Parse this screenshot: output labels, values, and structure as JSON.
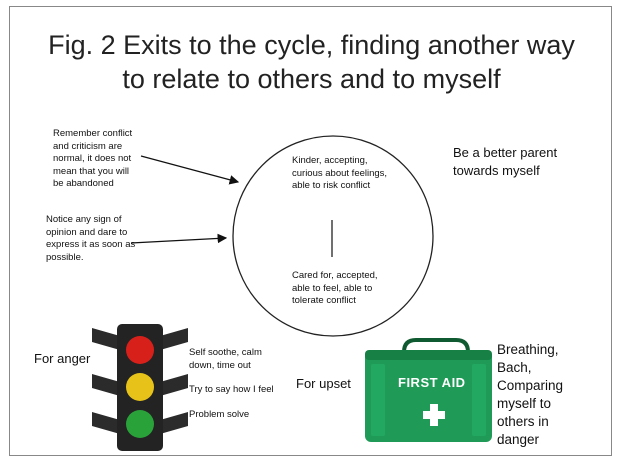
{
  "title_line1": "Fig. 2 Exits to the cycle, finding another way",
  "title_line2": "to relate to others and to myself",
  "left_note_1": [
    "Remember conflict",
    "and criticism are",
    "normal, it does not",
    "mean that you will",
    "be abandoned"
  ],
  "left_note_2": [
    "Notice any sign of",
    "opinion and dare to",
    "express it as soon as",
    "possible."
  ],
  "circle_top": [
    "Kinder, accepting,",
    "curious about feelings,",
    "able to risk conflict"
  ],
  "circle_bottom": [
    "Cared for, accepted,",
    "able to feel, able to",
    "tolerate conflict"
  ],
  "right_text": [
    "Be a better parent",
    "towards myself"
  ],
  "anger_label": "For anger",
  "traffic_red": [
    "Self soothe, calm",
    "down, time out"
  ],
  "traffic_amber": "Try to say how I feel",
  "traffic_green": "Problem solve",
  "upset_label": "For upset",
  "kit_label": "FIRST AID",
  "kit_text": [
    "Breathing,",
    "Bach,",
    "Comparing",
    "myself to",
    "others in",
    "danger"
  ],
  "colors": {
    "red": "#d8201a",
    "amber": "#e7c31a",
    "green": "#2aa23a",
    "kit": "#1f9a57"
  }
}
